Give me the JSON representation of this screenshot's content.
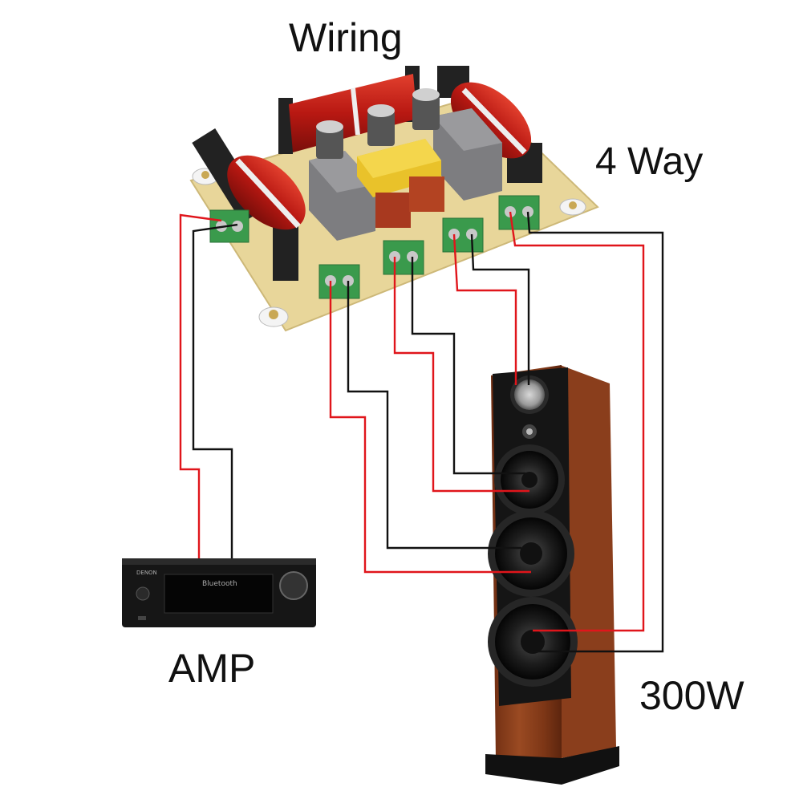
{
  "title": "Wiring",
  "labels": {
    "way": "4 Way",
    "amp": "AMP",
    "power": "300W"
  },
  "amplifier": {
    "brand": "DENON",
    "display": "Bluetooth"
  },
  "colors": {
    "wire_positive": "#e0151b",
    "wire_negative": "#111111",
    "pcb": "#e8d69a",
    "inductor": "#c41e16",
    "terminal": "#3a9a4c",
    "cabinet_wood": "#8a3e1c",
    "baffle": "#151515"
  }
}
